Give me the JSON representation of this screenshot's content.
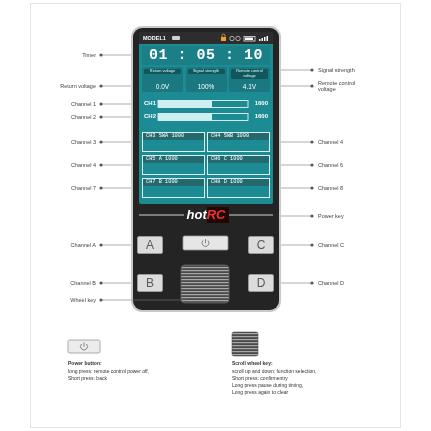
{
  "diagram": {
    "nodes": [
      {
        "text": [
          "hotRC"
        ]
      },
      {
        "text": [
          "MODEL1"
        ],
        "in": 0
      },
      {
        "text": [
          "01 : 05 : 10"
        ],
        "in": 1
      },
      {
        "text": [
          "Return voltage",
          "0.0V"
        ],
        "in": 1
      },
      {
        "text": [
          "Signal strength",
          "100%"
        ],
        "in": 1
      },
      {
        "text": [
          "Remote control voltage",
          "4.1V"
        ],
        "in": 1
      },
      {
        "text": [
          "CH1",
          "1600"
        ],
        "in": 1
      },
      {
        "text": [
          "CH2",
          "1600"
        ],
        "in": 1
      },
      {
        "text": [
          "CH3 SWA 1000"
        ],
        "in": 1
      },
      {
        "text": [
          "CH4 SWB 1000"
        ],
        "in": 1
      },
      {
        "text": [
          "CH5 A 1000"
        ],
        "in": 1
      },
      {
        "text": [
          "CH6 C 1000"
        ],
        "in": 1
      },
      {
        "text": [
          "CH7 B 1000"
        ],
        "in": 1
      },
      {
        "text": [
          "CH8 D 1000"
        ],
        "in": 1
      },
      {
        "text": [
          "A"
        ],
        "in": 0
      },
      {
        "text": [
          "C"
        ],
        "in": 0
      },
      {
        "text": [
          "B"
        ],
        "in": 0
      },
      {
        "text": [
          "D"
        ],
        "in": 0
      }
    ],
    "labels": [
      "Timer",
      "Return voltage",
      "Channel 1",
      "Channel 2",
      "Channel 3",
      "Channel 4",
      "Channel 7",
      "Channel A",
      "Channel B",
      "Wheel key",
      "Signal strength",
      "Remote control voltage",
      "Channel 4",
      "Channel 6",
      "Channel 8",
      "Power key",
      "Channel C",
      "Channel D",
      "Power button:",
      "long press: remote control power off,",
      "Short press: back",
      "Scroll wheel key:",
      "scroll up and down: function selection,",
      "Short press: confirmentry",
      "Long press pause during timing,",
      "Long press again to clear"
    ]
  }
}
